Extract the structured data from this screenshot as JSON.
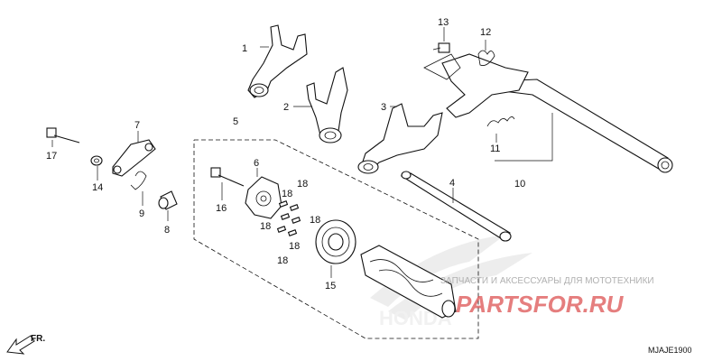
{
  "diagram": {
    "part_numbers": [
      "1",
      "2",
      "3",
      "4",
      "5",
      "6",
      "7",
      "8",
      "9",
      "10",
      "11",
      "12",
      "13",
      "14",
      "15",
      "16",
      "17"
    ],
    "label_18": "18",
    "diagram_code": "MJAJE1900",
    "front_marker": "FR.",
    "watermark_text": "ЗАПЧАСТИ И АКСЕССУАРЫ ДЛЯ МОТОТЕХНИКИ",
    "watermark_logo": "PARTSFOR.RU",
    "accent_color": "#d83a3a"
  }
}
